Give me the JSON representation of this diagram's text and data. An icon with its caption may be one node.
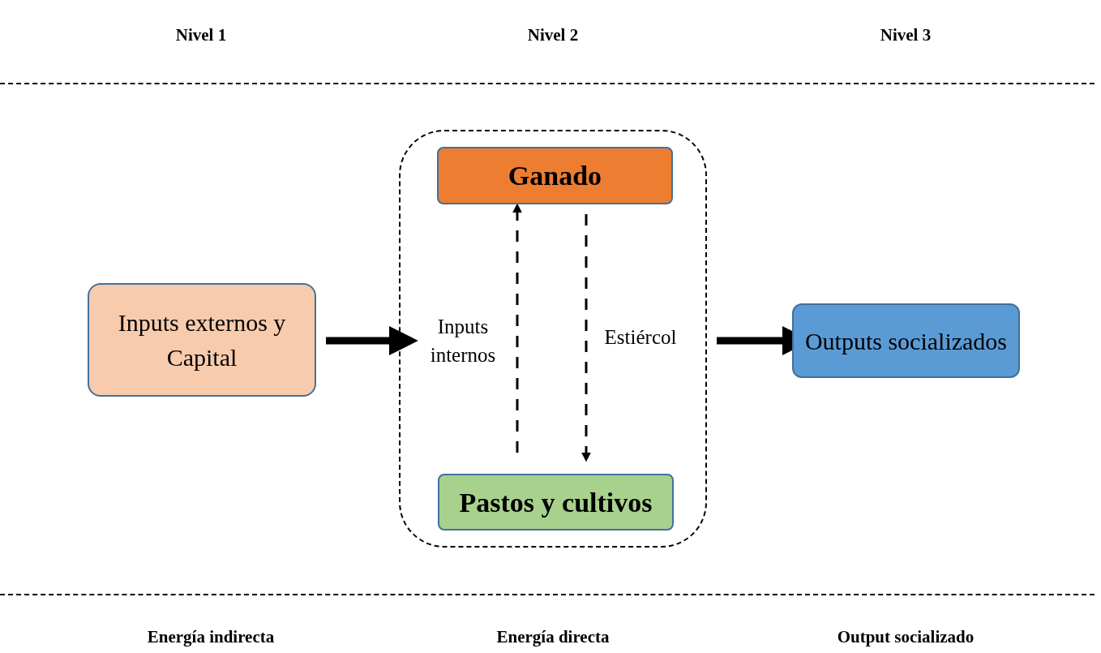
{
  "diagram": {
    "nodes": [
      {
        "text": [
          "Inputs externos y Capital"
        ]
      },
      {
        "text": [],
        "shape": "box"
      },
      {
        "text": [
          "Ganado"
        ],
        "in": 1
      },
      {
        "text": [
          "Pastos y cultivos"
        ],
        "in": 1
      },
      {
        "text": [
          "Outputs socializados"
        ]
      }
    ],
    "edges": [
      {
        "from": 0,
        "to": 1,
        "arrow": "to",
        "style": "thick"
      },
      {
        "from": 1,
        "to": 4,
        "arrow": "to",
        "style": "thick"
      },
      {
        "from": 3,
        "to": 2,
        "arrow": "to",
        "style": "dashed",
        "label": "Inputs internos"
      },
      {
        "from": 2,
        "to": 3,
        "arrow": "to",
        "style": "dashed",
        "label": "Estiércol"
      }
    ],
    "labels": [
      "Nivel 1",
      "Nivel 2",
      "Nivel 3",
      "Energía indirecta",
      "Energía directa",
      "Output socializado"
    ]
  }
}
